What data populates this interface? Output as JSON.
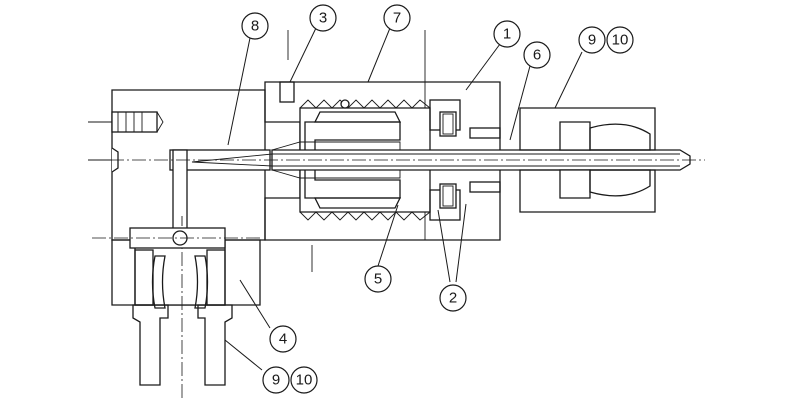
{
  "callouts": [
    {
      "id": "c8",
      "label": "8"
    },
    {
      "id": "c3",
      "label": "3"
    },
    {
      "id": "c7",
      "label": "7"
    },
    {
      "id": "c1",
      "label": "1"
    },
    {
      "id": "c6",
      "label": "6"
    },
    {
      "id": "c9a",
      "label": "9"
    },
    {
      "id": "c10a",
      "label": "10"
    },
    {
      "id": "c5",
      "label": "5"
    },
    {
      "id": "c2",
      "label": "2"
    },
    {
      "id": "c4",
      "label": "4"
    },
    {
      "id": "c9b",
      "label": "9"
    },
    {
      "id": "c10b",
      "label": "10"
    }
  ],
  "colors": {
    "ink": "#1a1a1a",
    "paper": "#ffffff"
  }
}
